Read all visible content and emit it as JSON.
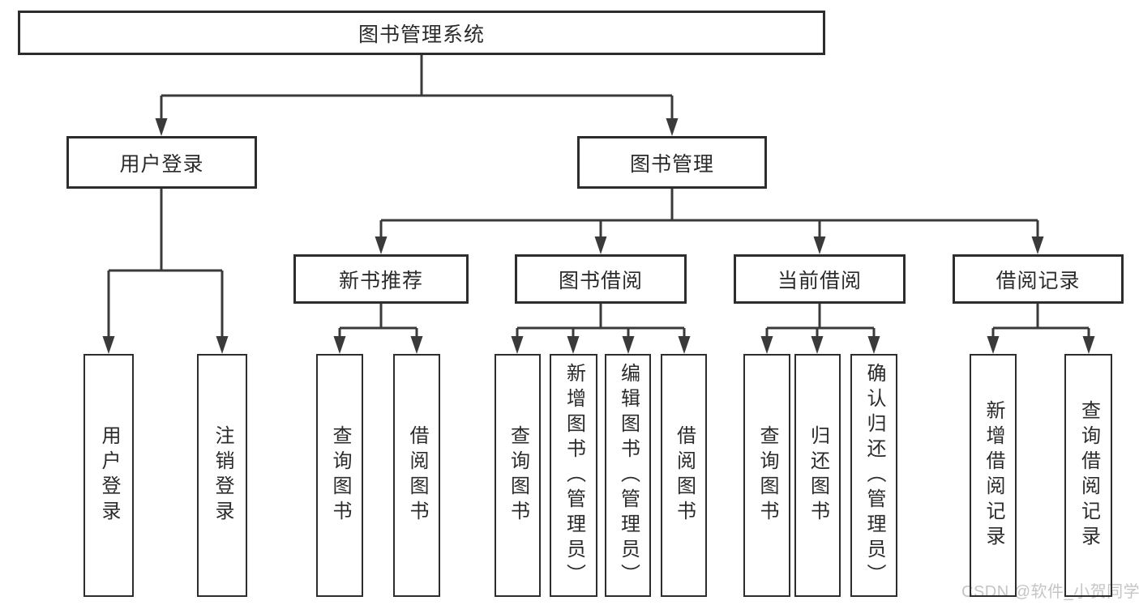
{
  "diagram": {
    "tree": {
      "root": {
        "label": "图书管理系统",
        "children": [
          {
            "label": "用户登录",
            "children": [
              {
                "label": "用户登录"
              },
              {
                "label": "注销登录"
              }
            ]
          },
          {
            "label": "图书管理",
            "children": [
              {
                "label": "新书推荐",
                "children": [
                  {
                    "label": "查询图书"
                  },
                  {
                    "label": "借阅图书"
                  }
                ]
              },
              {
                "label": "图书借阅",
                "children": [
                  {
                    "label": "查询图书"
                  },
                  {
                    "label": "新增图书（管理员）"
                  },
                  {
                    "label": "编辑图书（管理员）"
                  },
                  {
                    "label": "借阅图书"
                  }
                ]
              },
              {
                "label": "当前借阅",
                "children": [
                  {
                    "label": "查询图书"
                  },
                  {
                    "label": "归还图书"
                  },
                  {
                    "label": "确认归还（管理员）"
                  }
                ]
              },
              {
                "label": "借阅记录",
                "children": [
                  {
                    "label": "新增借阅记录"
                  },
                  {
                    "label": "查询借阅记录"
                  }
                ]
              }
            ]
          }
        ]
      }
    },
    "colors": {
      "line": "#3a3a3a",
      "border": "#2d2d2d",
      "text": "#2b2b2b",
      "background": "#ffffff",
      "watermark": "#c5c5c5"
    }
  },
  "watermark": {
    "text": "CSDN @软件_小贺同学"
  }
}
